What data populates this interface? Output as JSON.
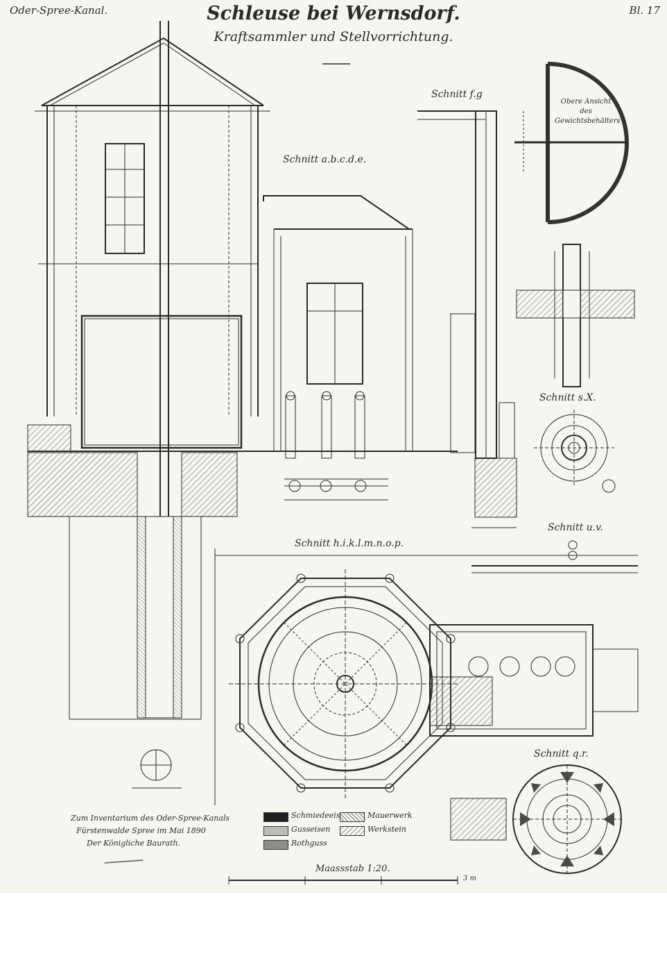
{
  "header": {
    "left": "Oder-Spree-Kanal.",
    "title": "Schleuse bei Wernsdorf.",
    "subtitle": "Kraftsammler und Stellvorrichtung.",
    "sheet": "Bl. 17"
  },
  "sections": {
    "abcde": "Schnitt a.b.c.d.e.",
    "fg": "Schnitt f.g",
    "top_view": "Obere Ansicht des Gewichtsbehälters",
    "sx": "Schnitt s.X.",
    "hiklmnop": "Schnitt h.i.k.l.m.n.o.p.",
    "uv": "Schnitt u.v.",
    "qr": "Schnitt q.r."
  },
  "inventory_note": [
    "Zum Inventarium des Oder-Spree-Kanals",
    "Fürstenwalde Spree im Mai 1890",
    "Der Königliche Baurath."
  ],
  "legend": [
    {
      "label": "Schmiedeeisen",
      "fill": "#1e1e1e"
    },
    {
      "label": "Mauerwerk",
      "fill": "hatch"
    },
    {
      "label": "Gusseisen",
      "fill": "#bdbdb8"
    },
    {
      "label": "Werkstein",
      "fill": "hatch"
    },
    {
      "label": "Rothguss",
      "fill": "#8f8f8a"
    }
  ],
  "scale_label": "Maassstab 1:20.",
  "scale_end": "3 m",
  "colors": {
    "paper": "#f6f5ef",
    "ink": "#2a2a2a"
  }
}
